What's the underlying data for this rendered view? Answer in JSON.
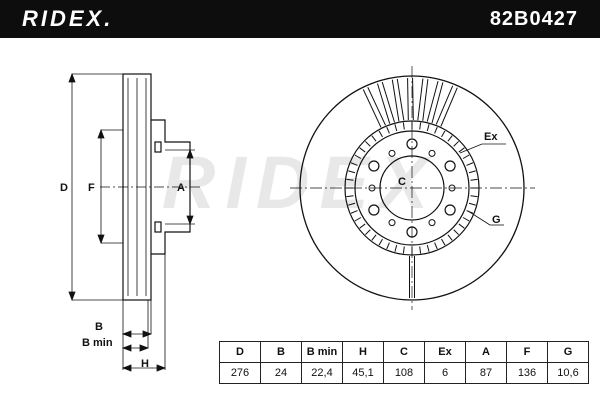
{
  "header": {
    "brand": "RIDEX.",
    "part_number": "82B0427"
  },
  "watermark": "RIDEX",
  "dimension_labels": {
    "D": "D",
    "F": "F",
    "A": "A",
    "B": "B",
    "B_min": "B min",
    "H": "H",
    "C": "C",
    "Ex": "Ex",
    "G": "G"
  },
  "specs": {
    "headers": [
      "D",
      "B",
      "B min",
      "H",
      "C",
      "Ex",
      "A",
      "F",
      "G"
    ],
    "values": [
      "276",
      "24",
      "22,4",
      "45,1",
      "108",
      "6",
      "87",
      "136",
      "10,6"
    ]
  },
  "colors": {
    "header_bg": "#0d0d0d",
    "line": "#111111",
    "watermark": "#e6e6e6"
  }
}
